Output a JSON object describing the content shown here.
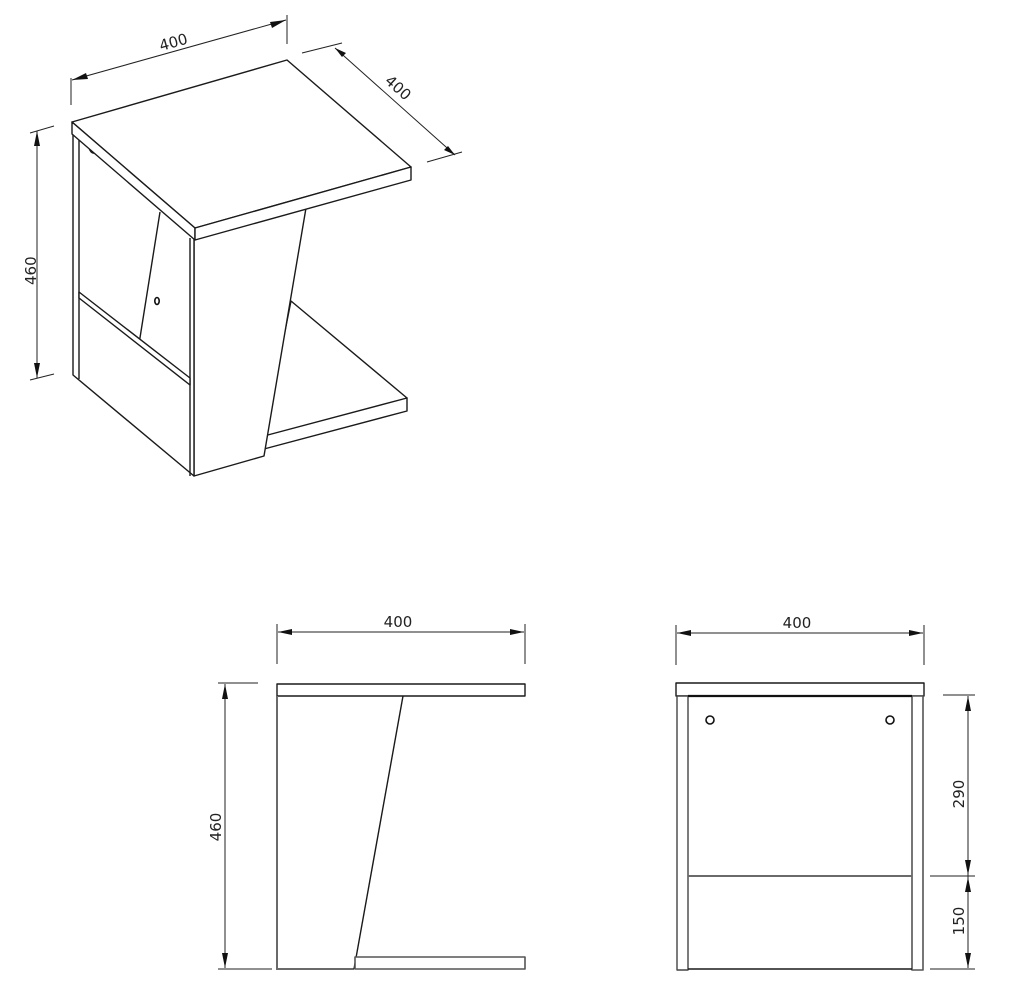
{
  "drawing": {
    "type": "technical-drawing",
    "subject": "C-shaped side table",
    "line_color": "#1a1a1a",
    "background": "#ffffff"
  },
  "isometric_view": {
    "dimensions": {
      "width": "400",
      "depth": "400",
      "height": "460"
    }
  },
  "side_view": {
    "dimensions": {
      "width": "400",
      "height": "460"
    }
  },
  "front_view": {
    "dimensions": {
      "width": "400",
      "upper_panel_height": "290",
      "lower_panel_height": "150"
    },
    "holes": 2
  }
}
